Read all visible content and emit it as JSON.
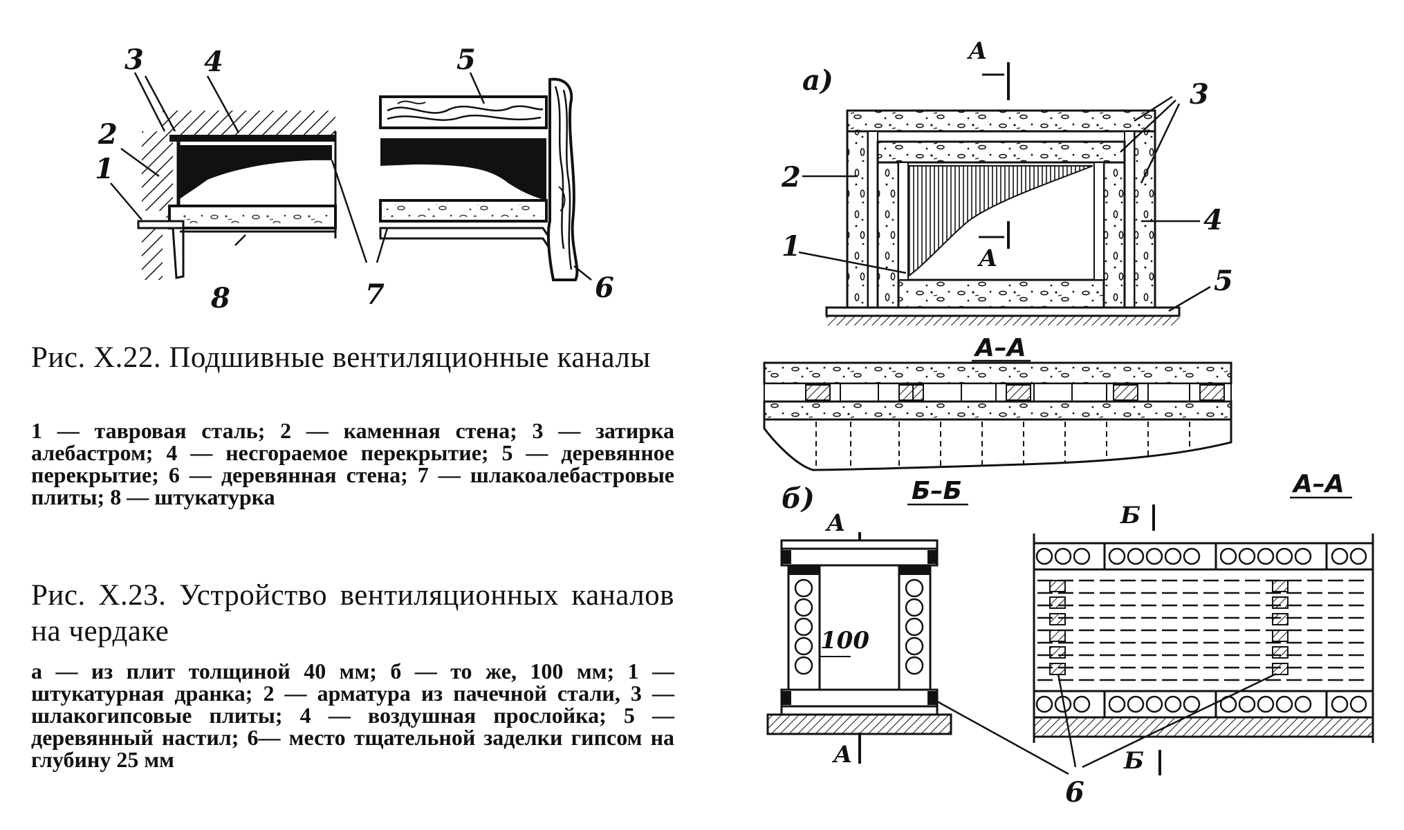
{
  "fig22": {
    "caption_title": "Рис. X.22.  Подшивные вентиляционные каналы",
    "caption_legend": "1 — тавровая сталь; 2 — каменная стена; 3 — затирка алебастром; 4 — несгораемое перекрытие; 5 — деревянное перекрытие; 6 — деревянная стена; 7 — шлакоалебастровые плиты; 8 — штукатурка",
    "labels": [
      "3",
      "4",
      "2",
      "1",
      "5",
      "8",
      "7",
      "6"
    ]
  },
  "fig23": {
    "caption_title": "Рис. X.23.  Устройство вентиляционных каналов на чердаке",
    "caption_legend": "а — из плит толщиной 40 мм; б — то же, 100 мм; 1 — штукатурная дранка; 2 — арматура из пачечной стали, 3 — шлакогипсовые плиты; 4 — воздушная прослойка; 5 — деревянный настил; 6— место тщательной заделки гипсом на глубину 25 мм",
    "part_a": {
      "marker": "а)",
      "labels": [
        "2",
        "1",
        "3",
        "4",
        "5"
      ],
      "section_mark": "А",
      "section_title": "А–А"
    },
    "part_b": {
      "marker": "б)",
      "section_mark_a": "А",
      "section_mark_b": "Б",
      "dimension": "100",
      "section_title_bb": "Б–Б",
      "section_title_aa": "А–А",
      "label": "6"
    }
  }
}
